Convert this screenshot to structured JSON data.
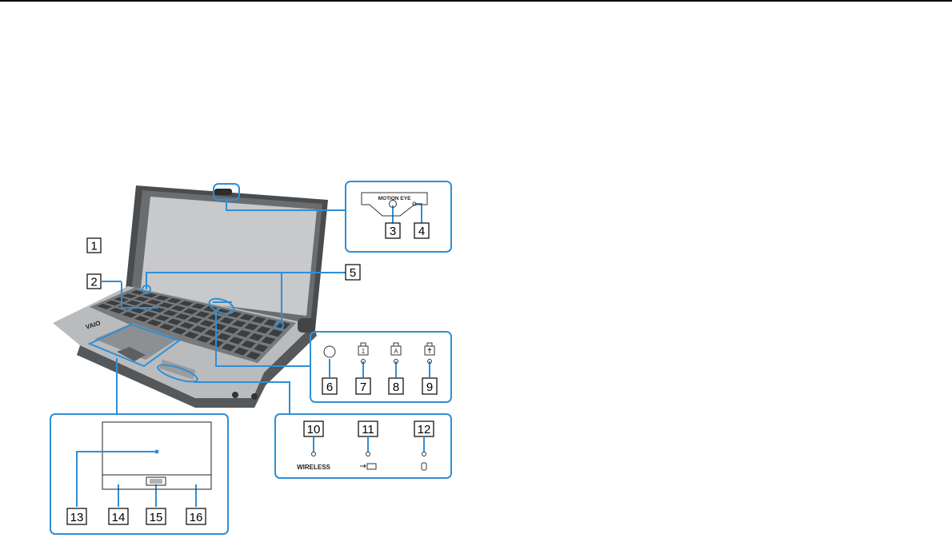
{
  "callouts": [
    "1",
    "2",
    "3",
    "4",
    "5",
    "6",
    "7",
    "8",
    "9",
    "10",
    "11",
    "12",
    "13",
    "14",
    "15",
    "16"
  ],
  "camera_label": "MOTION EYE",
  "wireless_label": "WIRELESS",
  "colors": {
    "line": "#2f8fd6",
    "laptop_body": "#5e6163",
    "screen": "#c8c9ca",
    "key": "#3b3d3f"
  },
  "icons": {
    "6": "power-button-icon",
    "7": "num-lock-icon",
    "8": "caps-lock-icon",
    "9": "scroll-lock-icon",
    "11": "charge-indicator-icon",
    "12": "disk-drive-icon"
  }
}
